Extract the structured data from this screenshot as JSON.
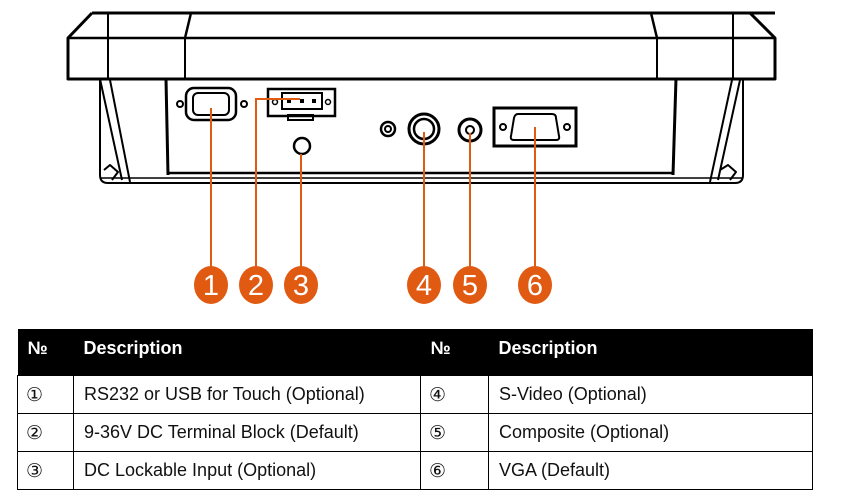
{
  "diagram": {
    "title": "Rear I/O panel with numbered callouts",
    "accent_color": "#E05A12",
    "callouts": [
      {
        "n": "1",
        "port": "rs232-usb-port"
      },
      {
        "n": "2",
        "port": "dc-terminal-block"
      },
      {
        "n": "3",
        "port": "dc-lockable-input"
      },
      {
        "n": "4",
        "port": "s-video-port"
      },
      {
        "n": "5",
        "port": "composite-port"
      },
      {
        "n": "6",
        "port": "vga-port"
      }
    ]
  },
  "table": {
    "headers": {
      "num_left": "№",
      "desc_left": "Description",
      "num_right": "№",
      "desc_right": "Description"
    },
    "rows": [
      {
        "num_left": "①",
        "desc_left": "RS232 or USB for Touch (Optional)",
        "num_right": "④",
        "desc_right": "S-Video (Optional)"
      },
      {
        "num_left": "②",
        "desc_left": "9-36V DC Terminal Block (Default)",
        "num_right": "⑤",
        "desc_right": "Composite (Optional)"
      },
      {
        "num_left": "③",
        "desc_left": "DC Lockable Input (Optional)",
        "num_right": "⑥",
        "desc_right": "VGA (Default)"
      }
    ]
  }
}
